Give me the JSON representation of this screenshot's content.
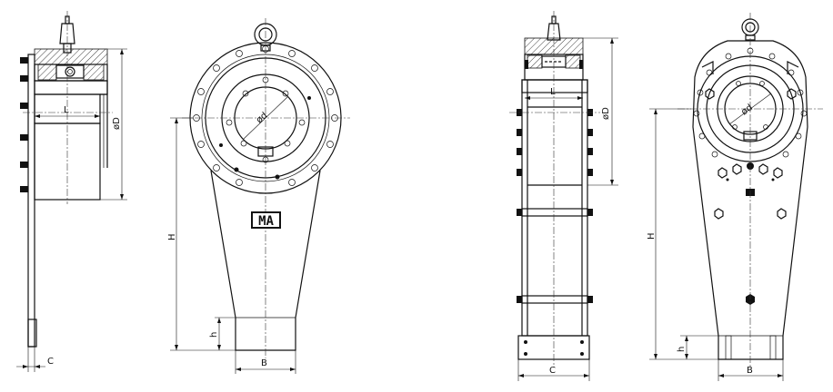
{
  "dimensions": {
    "L": "L",
    "D": "øD",
    "d": "ød",
    "C": "C",
    "H": "H",
    "h": "h",
    "B": "B"
  },
  "mark": {
    "text": "MA"
  }
}
